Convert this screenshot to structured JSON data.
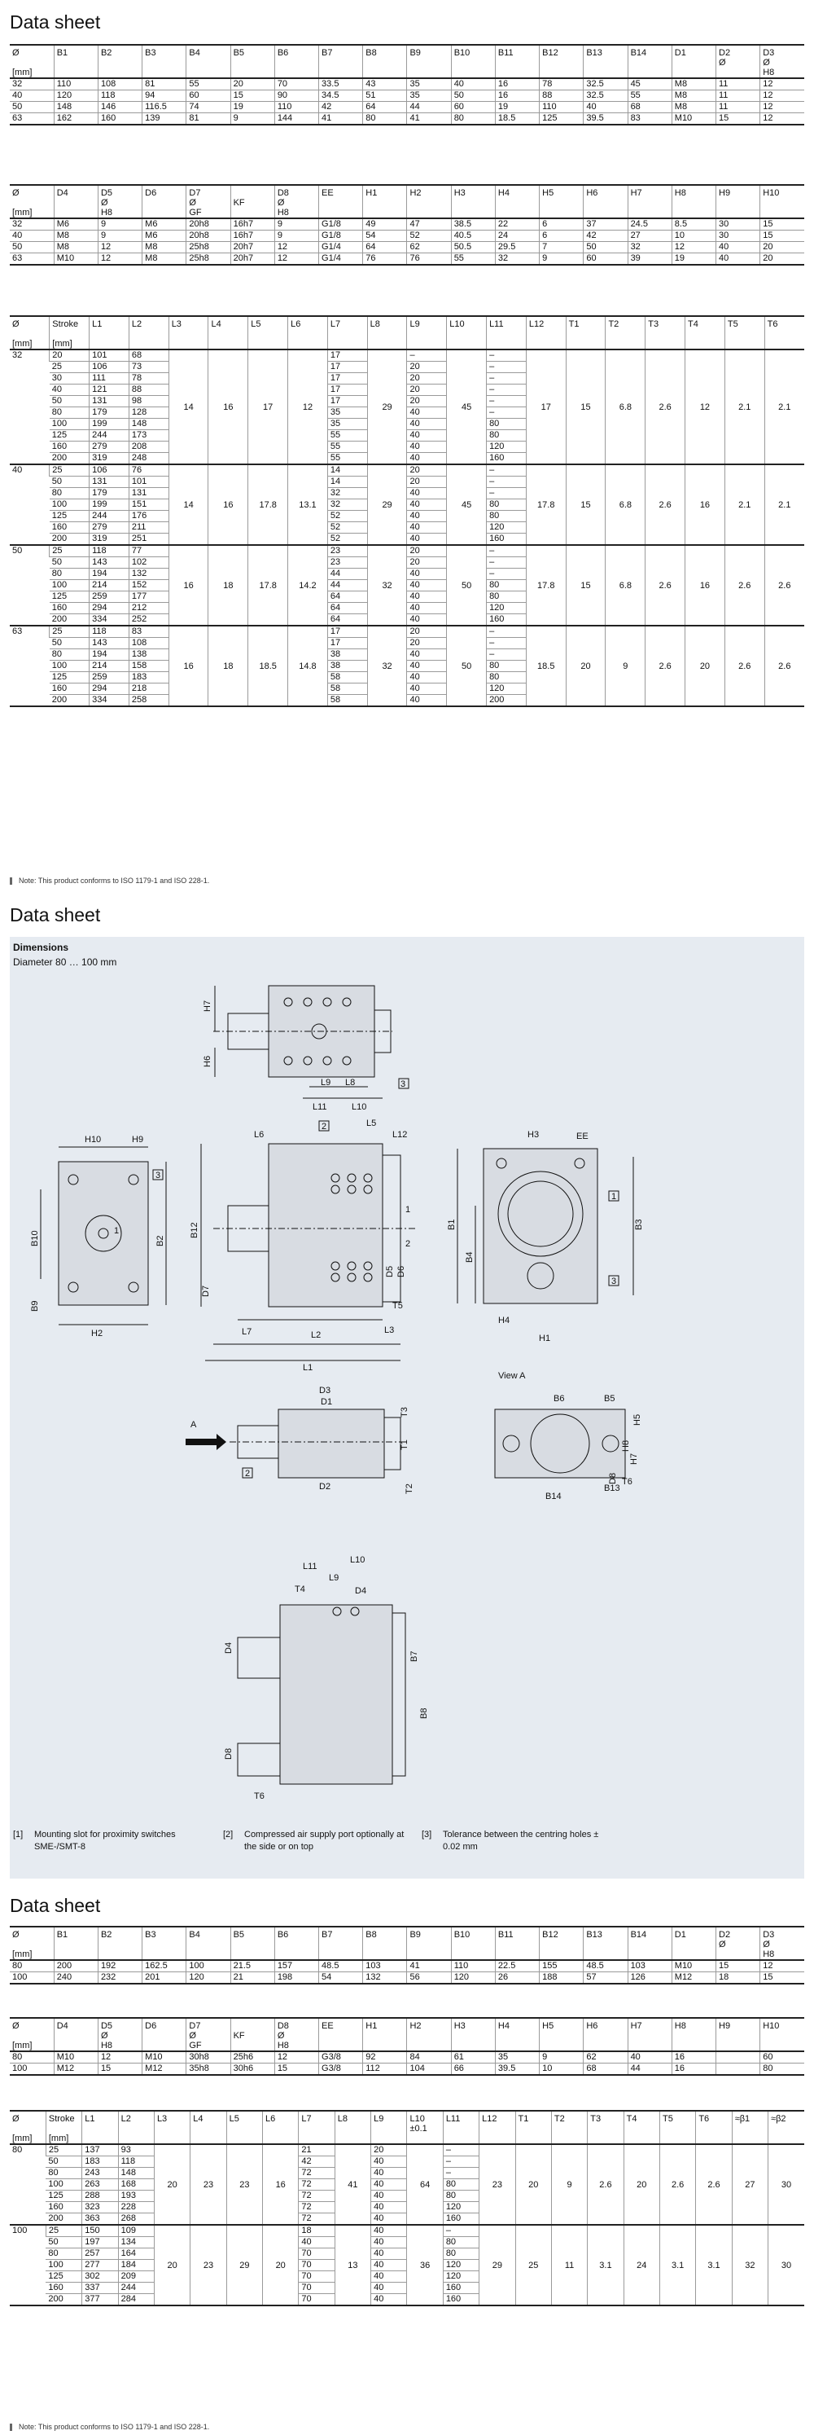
{
  "section1": {
    "title": "Data sheet",
    "table1": {
      "headers": [
        "Ø",
        "B1",
        "B2",
        "B3",
        "B4",
        "B5",
        "B6",
        "B7",
        "B8",
        "B9",
        "B10",
        "B11",
        "B12",
        "B13",
        "B14",
        "D1",
        "D2",
        "D3"
      ],
      "header_sub": [
        "",
        "",
        "",
        "",
        "",
        "",
        "",
        "",
        "",
        "",
        "",
        "",
        "",
        "",
        "",
        "",
        "Ø",
        "Ø"
      ],
      "header_sub2": [
        "[mm]",
        "",
        "",
        "",
        "",
        "",
        "",
        "",
        "",
        "",
        "",
        "",
        "",
        "",
        "",
        "",
        "",
        "H8"
      ],
      "rows": [
        [
          "32",
          "110",
          "108",
          "81",
          "55",
          "20",
          "70",
          "33.5",
          "43",
          "35",
          "40",
          "16",
          "78",
          "32.5",
          "45",
          "M8",
          "11",
          "12"
        ],
        [
          "40",
          "120",
          "118",
          "94",
          "60",
          "15",
          "90",
          "34.5",
          "51",
          "35",
          "50",
          "16",
          "88",
          "32.5",
          "55",
          "M8",
          "11",
          "12"
        ],
        [
          "50",
          "148",
          "146",
          "116.5",
          "74",
          "19",
          "110",
          "42",
          "64",
          "44",
          "60",
          "19",
          "110",
          "40",
          "68",
          "M8",
          "11",
          "12"
        ],
        [
          "63",
          "162",
          "160",
          "139",
          "81",
          "9",
          "144",
          "41",
          "80",
          "41",
          "80",
          "18.5",
          "125",
          "39.5",
          "83",
          "M10",
          "15",
          "12"
        ]
      ]
    },
    "table2": {
      "headers": [
        "Ø",
        "D4",
        "D5",
        "D6",
        "D7",
        "",
        "D8",
        "EE",
        "H1",
        "H2",
        "H3",
        "H4",
        "H5",
        "H6",
        "H7",
        "H8",
        "H9",
        "H10"
      ],
      "header_sub": [
        "",
        "",
        "Ø",
        "",
        "Ø",
        "",
        "Ø",
        "",
        "",
        "",
        "",
        "",
        "",
        "",
        "",
        "",
        "",
        ""
      ],
      "header_sub2": [
        "[mm]",
        "",
        "H8",
        "",
        "GF",
        "KF",
        "H8",
        "",
        "",
        "",
        "",
        "",
        "",
        "",
        "",
        "",
        "",
        ""
      ],
      "rows": [
        [
          "32",
          "M6",
          "9",
          "M6",
          "20h8",
          "16h7",
          "9",
          "G1/8",
          "49",
          "47",
          "38.5",
          "22",
          "6",
          "37",
          "24.5",
          "8.5",
          "30",
          "15"
        ],
        [
          "40",
          "M8",
          "9",
          "M6",
          "20h8",
          "16h7",
          "9",
          "G1/8",
          "54",
          "52",
          "40.5",
          "24",
          "6",
          "42",
          "27",
          "10",
          "30",
          "15"
        ],
        [
          "50",
          "M8",
          "12",
          "M8",
          "25h8",
          "20h7",
          "12",
          "G1/4",
          "64",
          "62",
          "50.5",
          "29.5",
          "7",
          "50",
          "32",
          "12",
          "40",
          "20"
        ],
        [
          "63",
          "M10",
          "12",
          "M8",
          "25h8",
          "20h7",
          "12",
          "G1/4",
          "76",
          "76",
          "55",
          "32",
          "9",
          "60",
          "39",
          "19",
          "40",
          "20"
        ]
      ]
    },
    "table3": {
      "headers": [
        "Ø",
        "Stroke",
        "L1",
        "L2",
        "L3",
        "L4",
        "L5",
        "L6",
        "L7",
        "L8",
        "L9",
        "L10",
        "L11",
        "L12",
        "T1",
        "T2",
        "T3",
        "T4",
        "T5",
        "T6"
      ],
      "header_sub2": [
        "[mm]",
        "[mm]"
      ],
      "groups": [
        {
          "dia": "32",
          "rows": [
            [
              "20",
              "101",
              "68",
              "17",
              "–",
              "–"
            ],
            [
              "25",
              "106",
              "73",
              "17",
              "20",
              "–"
            ],
            [
              "30",
              "111",
              "78",
              "17",
              "20",
              "–"
            ],
            [
              "40",
              "121",
              "88",
              "17",
              "20",
              "–"
            ],
            [
              "50",
              "131",
              "98",
              "17",
              "20",
              "–"
            ],
            [
              "80",
              "179",
              "128",
              "35",
              "40",
              "–"
            ],
            [
              "100",
              "199",
              "148",
              "35",
              "40",
              "80"
            ],
            [
              "125",
              "244",
              "173",
              "55",
              "40",
              "80"
            ],
            [
              "160",
              "279",
              "208",
              "55",
              "40",
              "120"
            ],
            [
              "200",
              "319",
              "248",
              "55",
              "40",
              "160"
            ]
          ],
          "common": {
            "L3": "14",
            "L4": "16",
            "L5": "17",
            "L6": "12",
            "L8": "29",
            "L10": "45",
            "L12": "17",
            "T1": "15",
            "T2": "6.8",
            "T3": "2.6",
            "T4": "12",
            "T5": "2.1",
            "T6": "2.1"
          }
        },
        {
          "dia": "40",
          "rows": [
            [
              "25",
              "106",
              "76",
              "14",
              "20",
              "–"
            ],
            [
              "50",
              "131",
              "101",
              "14",
              "20",
              "–"
            ],
            [
              "80",
              "179",
              "131",
              "32",
              "40",
              "–"
            ],
            [
              "100",
              "199",
              "151",
              "32",
              "40",
              "80"
            ],
            [
              "125",
              "244",
              "176",
              "52",
              "40",
              "80"
            ],
            [
              "160",
              "279",
              "211",
              "52",
              "40",
              "120"
            ],
            [
              "200",
              "319",
              "251",
              "52",
              "40",
              "160"
            ]
          ],
          "common": {
            "L3": "14",
            "L4": "16",
            "L5": "17.8",
            "L6": "13.1",
            "L8": "29",
            "L10": "45",
            "L12": "17.8",
            "T1": "15",
            "T2": "6.8",
            "T3": "2.6",
            "T4": "16",
            "T5": "2.1",
            "T6": "2.1"
          }
        },
        {
          "dia": "50",
          "rows": [
            [
              "25",
              "118",
              "77",
              "23",
              "20",
              "–"
            ],
            [
              "50",
              "143",
              "102",
              "23",
              "20",
              "–"
            ],
            [
              "80",
              "194",
              "132",
              "44",
              "40",
              "–"
            ],
            [
              "100",
              "214",
              "152",
              "44",
              "40",
              "80"
            ],
            [
              "125",
              "259",
              "177",
              "64",
              "40",
              "80"
            ],
            [
              "160",
              "294",
              "212",
              "64",
              "40",
              "120"
            ],
            [
              "200",
              "334",
              "252",
              "64",
              "40",
              "160"
            ]
          ],
          "common": {
            "L3": "16",
            "L4": "18",
            "L5": "17.8",
            "L6": "14.2",
            "L8": "32",
            "L10": "50",
            "L12": "17.8",
            "T1": "15",
            "T2": "6.8",
            "T3": "2.6",
            "T4": "16",
            "T5": "2.6",
            "T6": "2.6"
          }
        },
        {
          "dia": "63",
          "rows": [
            [
              "25",
              "118",
              "83",
              "17",
              "20",
              "–"
            ],
            [
              "50",
              "143",
              "108",
              "17",
              "20",
              "–"
            ],
            [
              "80",
              "194",
              "138",
              "38",
              "40",
              "–"
            ],
            [
              "100",
              "214",
              "158",
              "38",
              "40",
              "80"
            ],
            [
              "125",
              "259",
              "183",
              "58",
              "40",
              "80"
            ],
            [
              "160",
              "294",
              "218",
              "58",
              "40",
              "120"
            ],
            [
              "200",
              "334",
              "258",
              "58",
              "40",
              "200"
            ]
          ],
          "common": {
            "L3": "16",
            "L4": "18",
            "L5": "18.5",
            "L6": "14.8",
            "L8": "32",
            "L10": "50",
            "L12": "18.5",
            "T1": "20",
            "T2": "9",
            "T3": "2.6",
            "T4": "20",
            "T5": "2.6",
            "T6": "2.6"
          }
        }
      ]
    },
    "note": "Note: This product conforms to ISO 1179-1 and ISO 228-1."
  },
  "section2": {
    "title": "Data sheet",
    "panel_title": "Dimensions",
    "panel_subtitle": "Diameter 80 … 100 mm",
    "view_label": "View A",
    "arrow_label": "A",
    "labels": [
      "H7",
      "H6",
      "L9",
      "L8",
      "L11",
      "L10",
      "L5",
      "L6",
      "L12",
      "H10",
      "H9",
      "B10",
      "B2",
      "B9",
      "H2",
      "B12",
      "D7",
      "L7",
      "L2",
      "L1",
      "L3",
      "T5",
      "D5",
      "D6",
      "H3",
      "EE",
      "B1",
      "B3",
      "B4",
      "H4",
      "H1",
      "D3",
      "D1",
      "T3",
      "T1",
      "T2",
      "D2",
      "B6",
      "B5",
      "H5",
      "H8",
      "D8",
      "B14",
      "B13",
      "T6",
      "T4",
      "D4",
      "B7",
      "B8"
    ],
    "callouts": [
      "1",
      "2",
      "3"
    ],
    "legend": [
      {
        "num": "[1]",
        "text": "Mounting slot for proximity switches SME-/SMT-8"
      },
      {
        "num": "[2]",
        "text": "Compressed air supply port optionally at the side or on top"
      },
      {
        "num": "[3]",
        "text": "Tolerance between the centring holes ± 0.02 mm"
      }
    ]
  },
  "section3": {
    "title": "Data sheet",
    "table1": {
      "headers": [
        "Ø",
        "B1",
        "B2",
        "B3",
        "B4",
        "B5",
        "B6",
        "B7",
        "B8",
        "B9",
        "B10",
        "B11",
        "B12",
        "B13",
        "B14",
        "D1",
        "D2",
        "D3"
      ],
      "header_sub": [
        "",
        "",
        "",
        "",
        "",
        "",
        "",
        "",
        "",
        "",
        "",
        "",
        "",
        "",
        "",
        "",
        "Ø",
        "Ø"
      ],
      "header_sub2": [
        "[mm]",
        "",
        "",
        "",
        "",
        "",
        "",
        "",
        "",
        "",
        "",
        "",
        "",
        "",
        "",
        "",
        "",
        "H8"
      ],
      "rows": [
        [
          "80",
          "200",
          "192",
          "162.5",
          "100",
          "21.5",
          "157",
          "48.5",
          "103",
          "41",
          "110",
          "22.5",
          "155",
          "48.5",
          "103",
          "M10",
          "15",
          "12"
        ],
        [
          "100",
          "240",
          "232",
          "201",
          "120",
          "21",
          "198",
          "54",
          "132",
          "56",
          "120",
          "26",
          "188",
          "57",
          "126",
          "M12",
          "18",
          "15"
        ]
      ]
    },
    "table2": {
      "headers": [
        "Ø",
        "D4",
        "D5",
        "D6",
        "D7",
        "",
        "D8",
        "EE",
        "H1",
        "H2",
        "H3",
        "H4",
        "H5",
        "H6",
        "H7",
        "H8",
        "H9",
        "H10"
      ],
      "header_sub": [
        "",
        "",
        "Ø",
        "",
        "Ø",
        "",
        "Ø",
        "",
        "",
        "",
        "",
        "",
        "",
        "",
        "",
        "",
        "",
        ""
      ],
      "header_sub2": [
        "[mm]",
        "",
        "H8",
        "",
        "GF",
        "KF",
        "H8",
        "",
        "",
        "",
        "",
        "",
        "",
        "",
        "",
        "",
        "",
        ""
      ],
      "rows": [
        [
          "80",
          "M10",
          "12",
          "M10",
          "30h8",
          "25h6",
          "12",
          "G3/8",
          "92",
          "84",
          "61",
          "35",
          "9",
          "62",
          "40",
          "16",
          "",
          "60"
        ],
        [
          "100",
          "M12",
          "15",
          "M12",
          "35h8",
          "30h6",
          "15",
          "G3/8",
          "112",
          "104",
          "66",
          "39.5",
          "10",
          "68",
          "44",
          "16",
          "",
          "80"
        ]
      ]
    },
    "table3": {
      "headers": [
        "Ø",
        "Stroke",
        "L1",
        "L2",
        "L3",
        "L4",
        "L5",
        "L6",
        "L7",
        "L8",
        "L9",
        "L10",
        "L11",
        "L12",
        "T1",
        "T2",
        "T3",
        "T4",
        "T5",
        "T6",
        "≈β1",
        "≈β2"
      ],
      "header_sub_L10": "±0.1",
      "header_sub2": [
        "[mm]",
        "[mm]"
      ],
      "groups": [
        {
          "dia": "80",
          "rows": [
            [
              "25",
              "137",
              "93",
              "21",
              "20",
              "–"
            ],
            [
              "50",
              "183",
              "118",
              "42",
              "40",
              "–"
            ],
            [
              "80",
              "243",
              "148",
              "72",
              "40",
              "–"
            ],
            [
              "100",
              "263",
              "168",
              "72",
              "40",
              "80"
            ],
            [
              "125",
              "288",
              "193",
              "72",
              "40",
              "80"
            ],
            [
              "160",
              "323",
              "228",
              "72",
              "40",
              "120"
            ],
            [
              "200",
              "363",
              "268",
              "72",
              "40",
              "160"
            ]
          ],
          "common": {
            "L3": "20",
            "L4": "23",
            "L5": "23",
            "L6": "16",
            "L8": "41",
            "L10": "64",
            "L12": "23",
            "T1": "20",
            "T2": "9",
            "T3": "2.6",
            "T4": "20",
            "T5": "2.6",
            "T6": "2.6",
            "B1": "27",
            "B2": "30"
          }
        },
        {
          "dia": "100",
          "rows": [
            [
              "25",
              "150",
              "109",
              "18",
              "40",
              "–"
            ],
            [
              "50",
              "197",
              "134",
              "40",
              "40",
              "80"
            ],
            [
              "80",
              "257",
              "164",
              "70",
              "40",
              "80"
            ],
            [
              "100",
              "277",
              "184",
              "70",
              "40",
              "120"
            ],
            [
              "125",
              "302",
              "209",
              "70",
              "40",
              "120"
            ],
            [
              "160",
              "337",
              "244",
              "70",
              "40",
              "160"
            ],
            [
              "200",
              "377",
              "284",
              "70",
              "40",
              "160"
            ]
          ],
          "common": {
            "L3": "20",
            "L4": "23",
            "L5": "29",
            "L6": "20",
            "L8": "13",
            "L10": "36",
            "L12": "29",
            "T1": "25",
            "T2": "11",
            "T3": "3.1",
            "T4": "24",
            "T5": "3.1",
            "T6": "3.1",
            "B1": "32",
            "B2": "30"
          }
        }
      ]
    },
    "note": "Note: This product conforms to ISO 1179-1 and ISO 228-1."
  }
}
